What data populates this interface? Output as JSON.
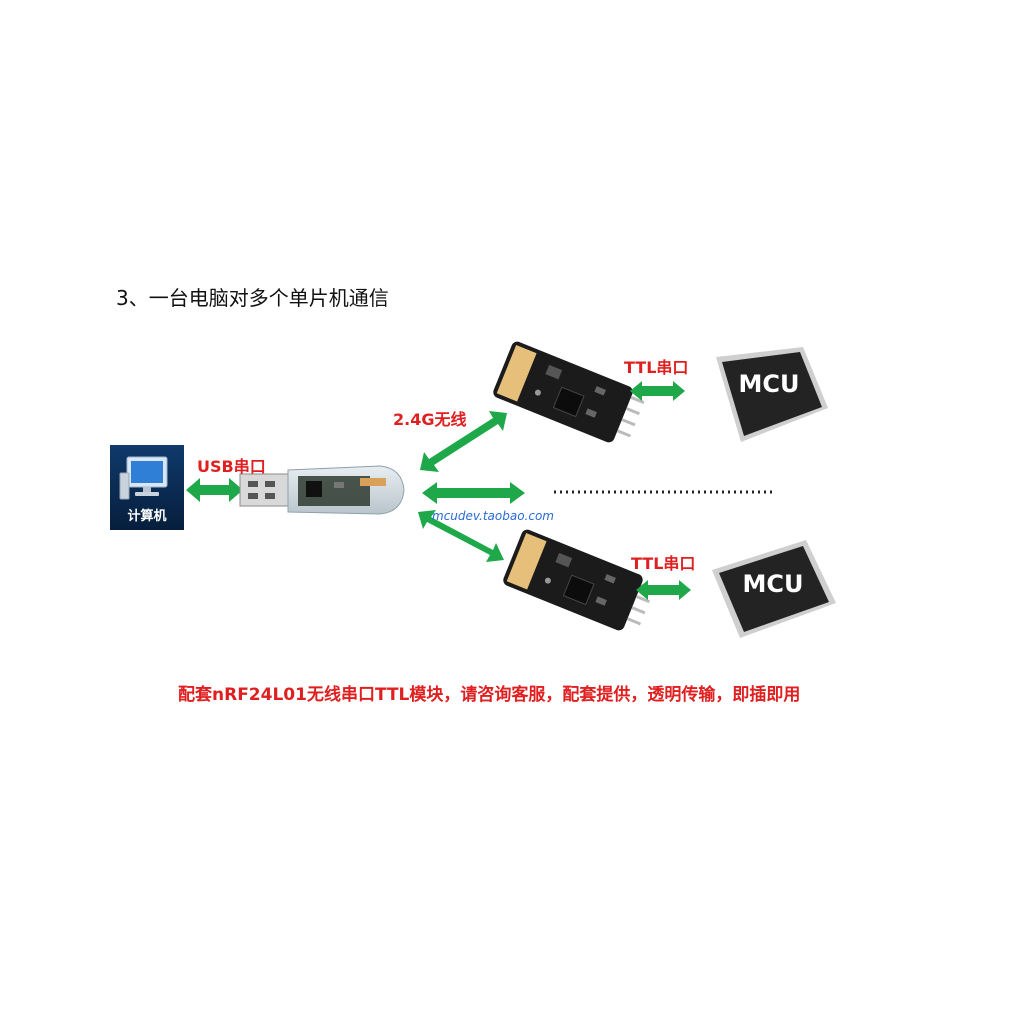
{
  "heading": "3、一台电脑对多个单片机通信",
  "computer": {
    "caption": "计算机",
    "icon": "computer-monitor-icon"
  },
  "labels": {
    "usb": "USB串口",
    "wireless": "2.4G无线",
    "ttl_top": "TTL串口",
    "ttl_bottom": "TTL串口"
  },
  "mcu": {
    "top": "MCU",
    "bottom": "MCU"
  },
  "watermark": "mcudev.taobao.com",
  "footer": "配套nRF24L01无线串口TTL模块，请咨询客服，配套提供，透明传输，即插即用",
  "colors": {
    "arrow": "#1fa84a",
    "label_red": "#e02020",
    "pcb": "#1b1b1b",
    "chip": "#222222"
  }
}
